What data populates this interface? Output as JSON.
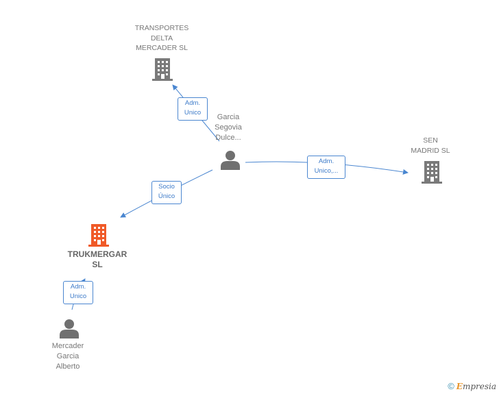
{
  "colors": {
    "edge": "#4a86d0",
    "company_icon": "#7a7a7a",
    "company_icon_main": "#f05a28",
    "person_icon": "#707070"
  },
  "nodes": {
    "transportes": {
      "label": "TRANSPORTES\nDELTA\nMERCADER  SL",
      "icon": "building-icon"
    },
    "garcia": {
      "label": "Garcia\nSegovia\nDulce...",
      "icon": "person-icon"
    },
    "sen_madrid": {
      "label": "SEN\nMADRID  SL",
      "icon": "building-icon"
    },
    "trukmergar": {
      "label": "TRUKMERGAR\nSL",
      "icon": "building-icon"
    },
    "mercader": {
      "label": "Mercader\nGarcia\nAlberto",
      "icon": "person-icon"
    }
  },
  "edges": {
    "garcia_transportes": {
      "label": "Adm.\nUnico"
    },
    "garcia_sen": {
      "label": "Adm.\nUnico,..."
    },
    "garcia_truk": {
      "label": "Socio\nÚnico"
    },
    "mercader_truk": {
      "label": "Adm.\nUnico"
    }
  },
  "brand": {
    "copyright": "©",
    "name_initial": "E",
    "name_rest": "mpresia"
  }
}
